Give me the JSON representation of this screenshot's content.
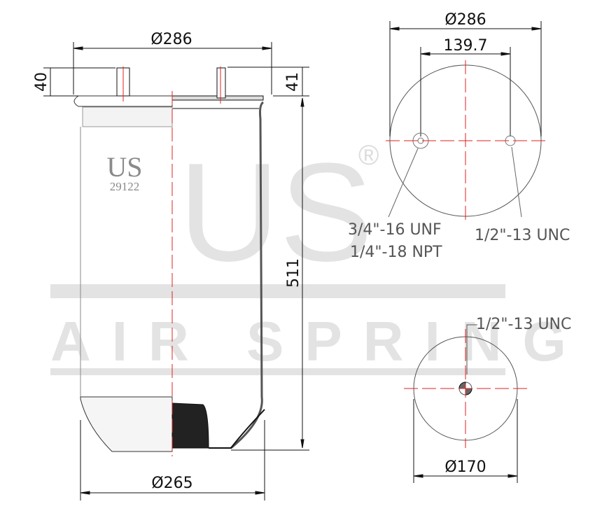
{
  "watermark": {
    "big": "US",
    "registered": "®",
    "text": "AIR SPRING"
  },
  "part": {
    "brand": "US",
    "number": "29122"
  },
  "side_view": {
    "top_diameter": "Ø286",
    "left_stud_height": "40",
    "right_stud_height": "41",
    "height": "511",
    "bottom_diameter": "Ø265"
  },
  "top_view": {
    "diameter": "Ø286",
    "stud_spacing": "139.7",
    "left_fitting_line1": "3/4\"-16 UNF",
    "left_fitting_line2": "1/4\"-18 NPT",
    "right_fitting": "1/2\"-13 UNC"
  },
  "bottom_view": {
    "fitting": "1/2\"-13 UNC",
    "diameter": "Ø170"
  },
  "colors": {
    "centerline": "#e02020",
    "line": "#111111",
    "watermark": "#e3e3e3"
  }
}
